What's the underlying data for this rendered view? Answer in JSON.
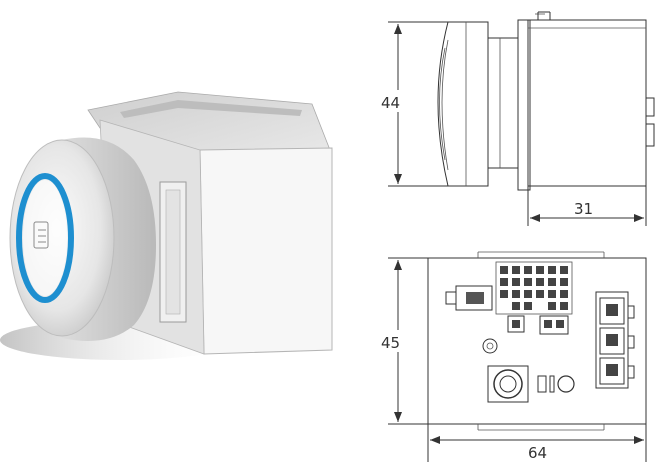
{
  "dimensions": {
    "side_height": "44",
    "side_depth": "31",
    "back_height": "45",
    "back_width": "64"
  },
  "colors": {
    "ring": "#1e8fd0",
    "line": "#333333",
    "body_light": "#f4f4f4",
    "body_shade": "#d6d6d6"
  }
}
